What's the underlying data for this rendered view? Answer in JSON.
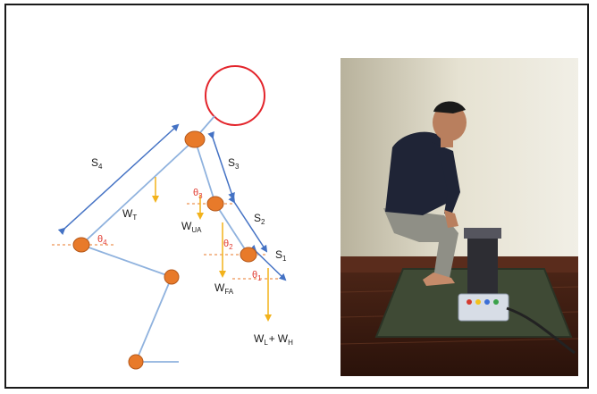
{
  "diagram": {
    "labels": {
      "s4": {
        "main": "S",
        "sub": "4"
      },
      "s3": {
        "main": "S",
        "sub": "3"
      },
      "s2": {
        "main": "S",
        "sub": "2"
      },
      "s1": {
        "main": "S",
        "sub": "1"
      },
      "wt": {
        "main": "W",
        "sub": "T"
      },
      "wua": {
        "main": "W",
        "sub": "UA"
      },
      "wfa": {
        "main": "W",
        "sub": "FA"
      },
      "wl": {
        "main": "W",
        "sub": "L"
      },
      "plus": "+",
      "wh": {
        "main": "W",
        "sub": "H"
      },
      "theta1": {
        "main": "θ",
        "sub": "1"
      },
      "theta2": {
        "main": "θ",
        "sub": "2"
      },
      "theta3": {
        "main": "θ",
        "sub": "3"
      },
      "theta4": {
        "main": "θ",
        "sub": "4"
      }
    },
    "colors": {
      "head": "#e3242b",
      "joint": "#e87a2a",
      "joint_stroke": "#b5581a",
      "limb": "#8fb2de",
      "arrow": "#4472c4",
      "weight": "#f2b21b",
      "reference": "#e87a2a"
    }
  },
  "photo": {
    "subject": "person in squat lifting posture on a measurement platform",
    "icon": "lifting-photo"
  }
}
